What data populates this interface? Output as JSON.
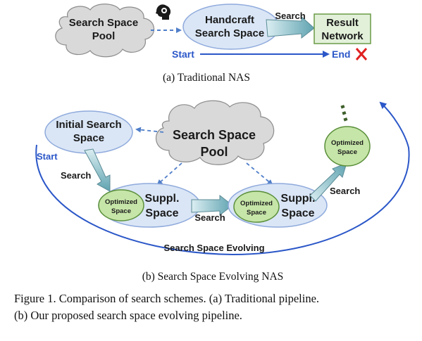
{
  "panel_a": {
    "pool_label_line1": "Search Space",
    "pool_label_line2": "Pool",
    "handcraft_line1": "Handcraft",
    "handcraft_line2": "Search Space",
    "search_label": "Search",
    "result_line1": "Result",
    "result_line2": "Network",
    "start_label": "Start",
    "end_label": "End",
    "caption": "(a)  Traditional NAS"
  },
  "panel_b": {
    "initial_line1": "Initial Search",
    "initial_line2": "Space",
    "pool_line1": "Search Space",
    "pool_line2": "Pool",
    "start_label": "Start",
    "search_label_1": "Search",
    "search_label_2": "Search",
    "search_label_3": "Search",
    "optimized_line1": "Optimized",
    "optimized_line2": "Space",
    "suppl_line1": "Suppl.",
    "suppl_line2": "Space",
    "evolving_label": "Search Space Evolving",
    "caption": "(b)  Search Space Evolving NAS"
  },
  "figure_caption": {
    "line1": "Figure 1. Comparison of search schemes. (a) Traditional pipeline.",
    "line2": "(b) Our proposed search space evolving pipeline."
  },
  "colors": {
    "cloud_fill": "#d9d9d9",
    "ellipse_fill": "#dae6f6",
    "ellipse_stroke": "#8faadc",
    "green_fill": "#c6e5a8",
    "green_stroke": "#5a8f3a",
    "result_fill": "#e2f0d9",
    "arrow_blue": "#2b57c8",
    "fail_red": "#e02020"
  },
  "icons": [
    "brain-head-icon",
    "cross-icon",
    "ellipsis-dots-icon"
  ]
}
